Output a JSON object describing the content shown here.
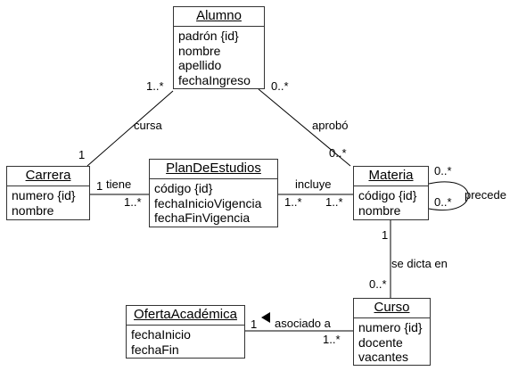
{
  "classes": {
    "alumno": {
      "name": "Alumno",
      "attributes": [
        "padrón {id}",
        "nombre",
        "apellido",
        "fechaIngreso"
      ]
    },
    "carrera": {
      "name": "Carrera",
      "attributes": [
        "numero {id}",
        "nombre"
      ]
    },
    "plan": {
      "name": "PlanDeEstudios",
      "attributes": [
        "código {id}",
        "fechaInicioVigencia",
        "fechaFinVigencia"
      ]
    },
    "materia": {
      "name": "Materia",
      "attributes": [
        "código {id}",
        "nombre"
      ]
    },
    "curso": {
      "name": "Curso",
      "attributes": [
        "numero {id}",
        "docente",
        "vacantes"
      ]
    },
    "oferta": {
      "name": "OfertaAcadémica",
      "attributes": [
        "fechaInicio",
        "fechaFin"
      ]
    }
  },
  "associations": {
    "cursa": {
      "label": "cursa",
      "mult_alumno": "1..*",
      "mult_carrera": "1"
    },
    "aprobo": {
      "label": "aprobó",
      "mult_alumno": "0..*",
      "mult_materia": "0..*"
    },
    "tiene": {
      "label": "tiene",
      "mult_carrera": "1",
      "mult_plan": "1..*"
    },
    "incluye": {
      "label": "incluye",
      "mult_plan": "1..*",
      "mult_materia": "1..*"
    },
    "precede": {
      "label": "precede",
      "mult_top": "0..*",
      "mult_bottom": "0..*"
    },
    "dicta": {
      "label": "se dicta en",
      "mult_materia": "1",
      "mult_curso": "0..*"
    },
    "asociado": {
      "label": "asociado a",
      "direction_icon": "triangle-left-icon",
      "mult_oferta": "1",
      "mult_curso": "1..*"
    }
  }
}
